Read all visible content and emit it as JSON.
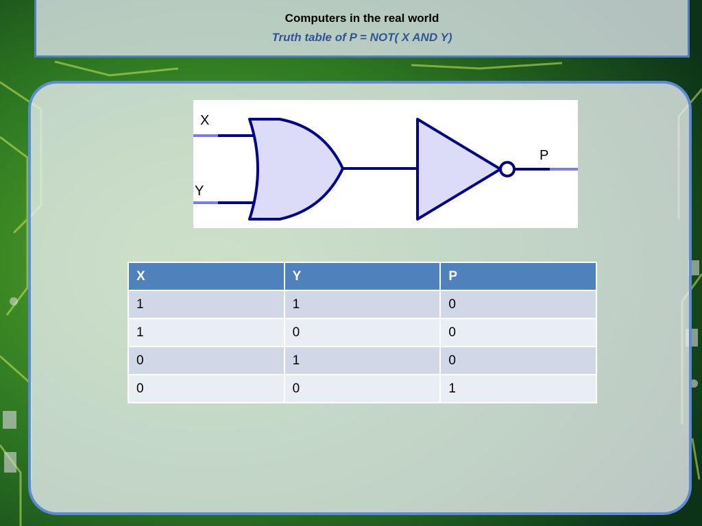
{
  "slide": {
    "title": "Computers in the real world",
    "subtitle": "Truth table of P = NOT( X AND Y)"
  },
  "diagram": {
    "input_x": "X",
    "input_y": "Y",
    "output_p": "P",
    "gate_fill": "#dcdcf8",
    "wire_color": "#00008b",
    "wire_end_color": "#7b7bf0"
  },
  "table": {
    "headers": [
      "X",
      "Y",
      "P"
    ],
    "rows": [
      [
        "1",
        "1",
        "0"
      ],
      [
        "1",
        "0",
        "0"
      ],
      [
        "0",
        "1",
        "0"
      ],
      [
        "0",
        "0",
        "1"
      ]
    ]
  },
  "colors": {
    "accent": "#4f81bd",
    "border": "#5b8ad6",
    "subtitle": "#2f5597"
  }
}
